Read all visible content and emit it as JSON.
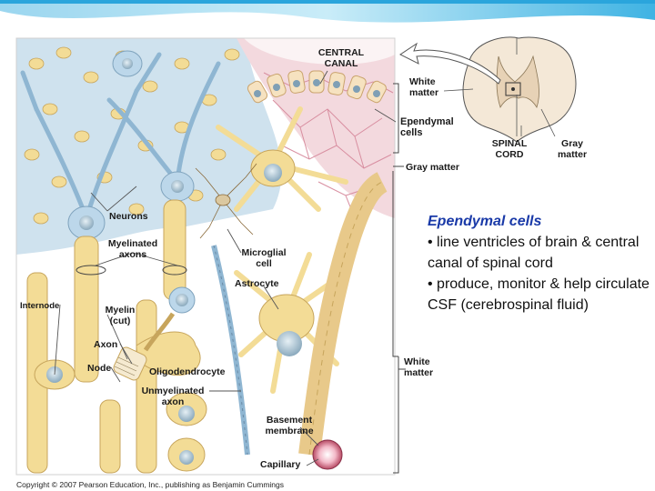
{
  "labels": {
    "central_canal_1": "CENTRAL",
    "central_canal_2": "CANAL",
    "white_matter_top_1": "White",
    "white_matter_top_2": "matter",
    "ependymal_1": "Ependymal",
    "ependymal_2": "cells",
    "spinal_cord_1": "SPINAL",
    "spinal_cord_2": "CORD",
    "gray_matter_1": "Gray",
    "gray_matter_2": "matter",
    "gray_matter_side": "Gray matter",
    "neurons": "Neurons",
    "myelinated_1": "Myelinated",
    "myelinated_2": "axons",
    "microglial_1": "Microglial",
    "microglial_2": "cell",
    "astrocyte": "Astrocyte",
    "internode": "Internode",
    "myelin_1": "Myelin",
    "myelin_2": "(cut)",
    "axon": "Axon",
    "node": "Node",
    "oligodendrocyte": "Oligodendrocyte",
    "unmyelinated_1": "Unmyelinated",
    "unmyelinated_2": "axon",
    "white_matter_side_1": "White",
    "white_matter_side_2": "matter",
    "basement_1": "Basement",
    "basement_2": "membrane",
    "capillary": "Capillary"
  },
  "callout": {
    "title": "Ependymal cells",
    "bullet1": "• line ventricles of brain & central canal of spinal cord",
    "bullet2": "• produce, monitor & help circulate CSF (cerebrospinal fluid)"
  },
  "copyright": "Copyright © 2007 Pearson Education, Inc., publishing as Benjamin Cummings",
  "colors": {
    "glia_yellow": "#f3dc96",
    "neuron_blue": "#bcd7ea",
    "ependymal_pink": "#f0cfd6",
    "callout_title": "#1a3aa8"
  }
}
